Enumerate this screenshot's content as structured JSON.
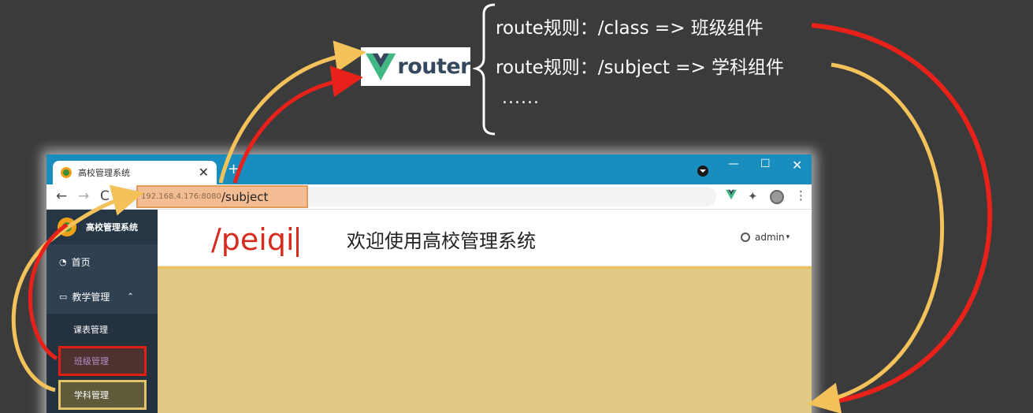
{
  "logo": {
    "text": "router",
    "icon": "vue-v-icon"
  },
  "routes": {
    "rule1": "route规则：/class =>  班级组件",
    "rule2": "route规则：/subject => 学科组件",
    "more": "......"
  },
  "browser": {
    "tab_title": "高校管理系统",
    "tab_close": "✕",
    "new_tab": "+",
    "url_host": "192.168.4.176:8080",
    "url_path": "/subject",
    "window_buttons": {
      "minimize": "—",
      "maximize": "☐",
      "close": "✕"
    },
    "nav": {
      "back": "←",
      "forward": "→",
      "reload": "C",
      "menu": "⋮"
    }
  },
  "app": {
    "title": "高校管理系统",
    "route_display": "/peiqi",
    "welcome": "欢迎使用高校管理系统",
    "user": "admin",
    "sidebar": {
      "home": "首页",
      "teaching": "教学管理",
      "schedule": "课表管理",
      "class": "班级管理",
      "subject": "学科管理"
    }
  },
  "colors": {
    "red_arrow": "#e8211a",
    "yellow_arrow": "#f4c25a",
    "titlebar": "#1a8dbf",
    "content": "#e0ca85"
  }
}
